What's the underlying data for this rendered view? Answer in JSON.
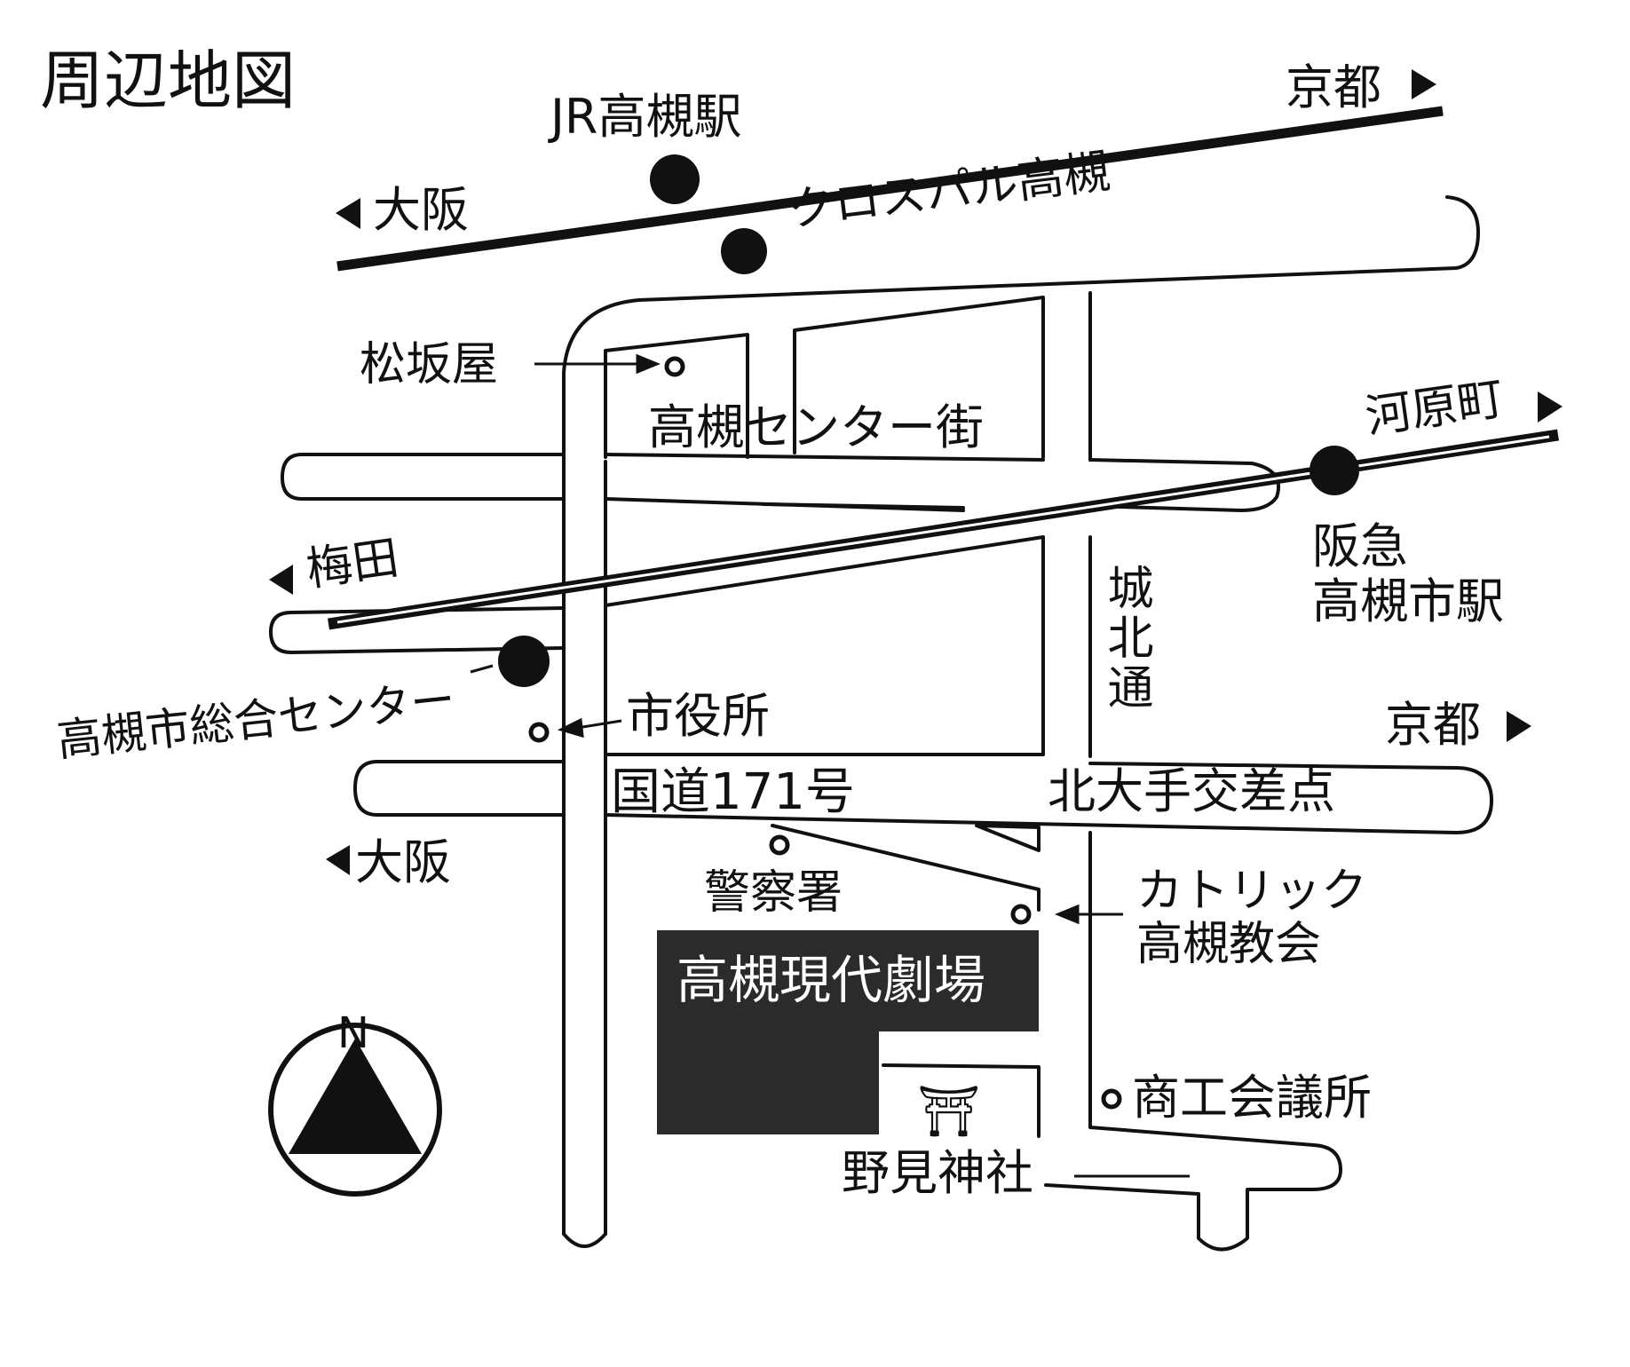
{
  "title": "周辺地図",
  "stations": {
    "jr_takatsuki": "JR高槻駅",
    "hankyu_takatsukishi": "阪急\n高槻市駅"
  },
  "directions": {
    "jr_west": "大阪",
    "jr_east": "京都",
    "hankyu_west": "梅田",
    "hankyu_east": "河原町",
    "route171_west": "大阪",
    "route171_east": "京都"
  },
  "landmarks": {
    "crosspal": "クロスパル高槻",
    "matsuzakaya": "松坂屋",
    "center_street": "高槻センター街",
    "general_center": "高槻市総合センター",
    "city_hall": "市役所",
    "police": "警察署",
    "catholic_church": "カトリック\n高槻教会",
    "theater": "高槻現代劇場",
    "chamber_of_commerce": "商工会議所",
    "nomi_shrine": "野見神社",
    "shrine_symbol": "⛩"
  },
  "roads": {
    "route171": "国道171号",
    "kitaote_intersection": "北大手交差点",
    "johoku_dori": "城北通"
  },
  "compass": {
    "label": "N"
  },
  "colors": {
    "ink": "#111111",
    "paper": "#ffffff",
    "theater_fill": "#2b2b2b"
  }
}
